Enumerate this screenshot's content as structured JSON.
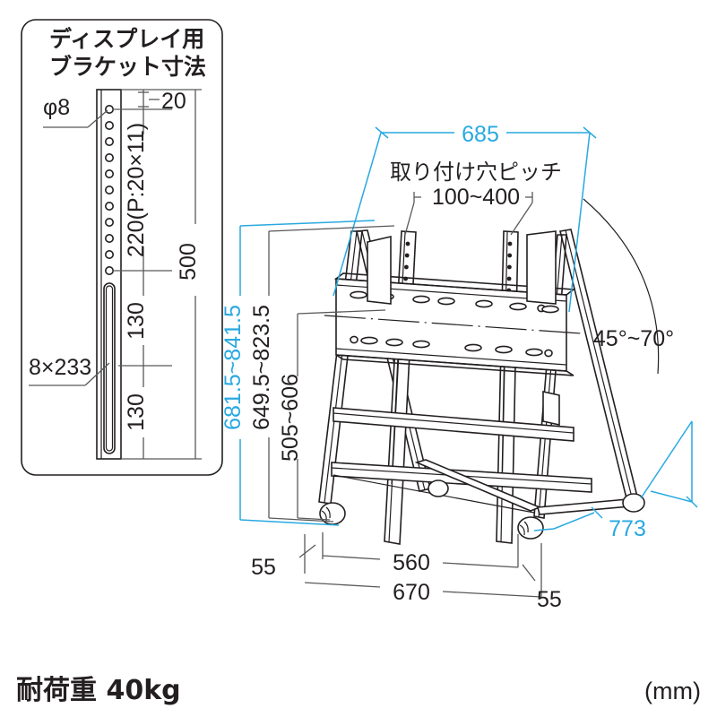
{
  "drawing": {
    "kind": "technical-dimension-drawing",
    "units_note": "(mm)",
    "load_note": "耐荷重 40kg",
    "colors": {
      "line": "#231f20",
      "dimension_dark": "#58595b",
      "dimension_accent": "#29a9e0",
      "background": "#ffffff"
    }
  },
  "bracket_panel": {
    "title_line1": "ディスプレイ用",
    "title_line2": "ブラケット寸法",
    "labels": {
      "hole_diameter": "φ8",
      "slot": "8×233",
      "top_offset": "20",
      "hole_pattern": "220(P:20×11)",
      "mid_pitch": "130",
      "low_pitch": "130",
      "overall": "500"
    },
    "hole_count": 12,
    "hole_pitch_mm": 20
  },
  "main_view": {
    "dimensions": {
      "width_top": "685",
      "mount_pitch_label": "取り付け穴ピッチ",
      "mount_pitch_value": "100~400",
      "height_overall": "681.5~841.5",
      "height_bracket": "649.5~823.5",
      "height_lower": "505~606",
      "angle_range": "45°~70°",
      "depth": "773",
      "base_left_offset": "55",
      "base_inner": "560",
      "base_outer": "670",
      "base_right_offset": "55"
    }
  },
  "footer": {
    "load": "耐荷重 40kg",
    "units": "(mm)"
  }
}
